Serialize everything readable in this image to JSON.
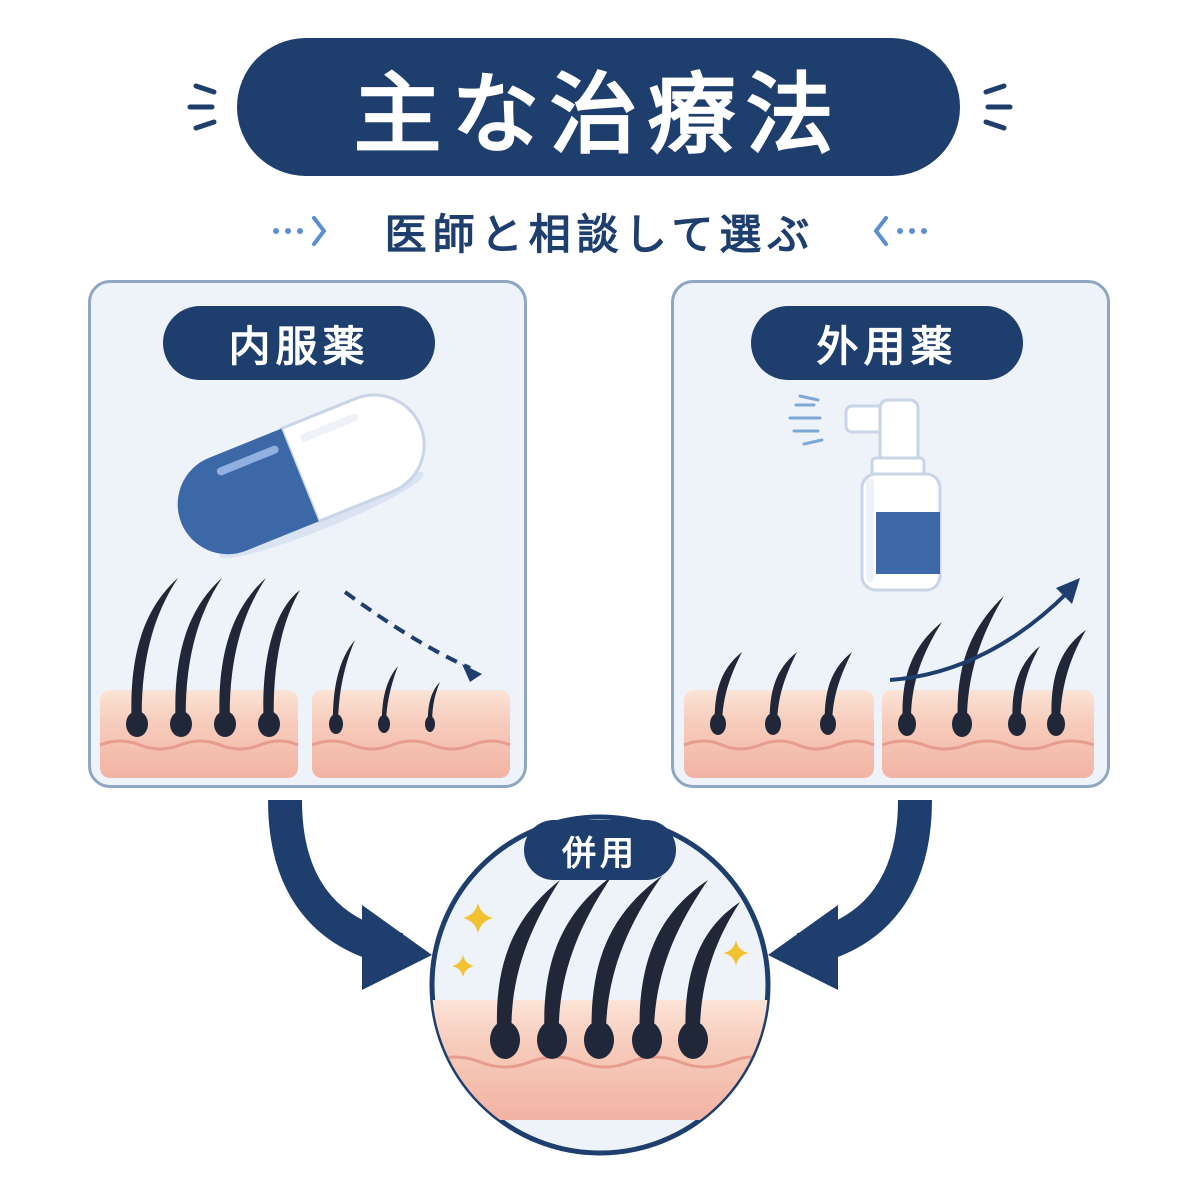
{
  "title": "主な治療法",
  "subtitle": "医師と相談して選ぶ",
  "panels": {
    "oral": {
      "label": "内服薬"
    },
    "topical": {
      "label": "外用薬"
    },
    "combined": {
      "label": "併用"
    }
  },
  "colors": {
    "navy": "#1e3e6e",
    "panel_bg": "#edf3f9",
    "panel_border": "#8fa6c3",
    "capsule_blue": "#3d68a8",
    "skin": "#f6c9bc",
    "sparkle": "#f2c230"
  }
}
